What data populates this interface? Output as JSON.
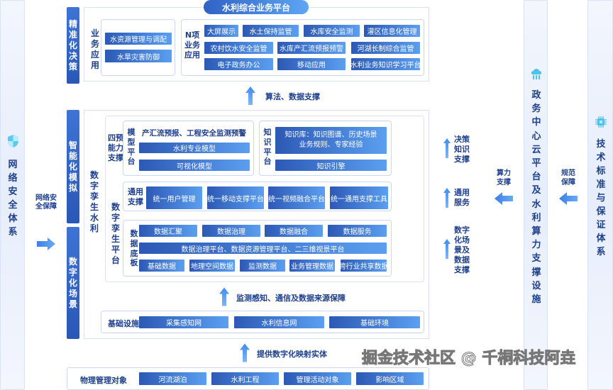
{
  "left_column": {
    "title": "网络安全体系",
    "icon": "shield-icon",
    "arrow_label": "网络安全保障"
  },
  "side_labels": [
    "精准化决策",
    "智能化模拟",
    "数字化场景"
  ],
  "top": {
    "title": "水利综合业务平台",
    "biz_label": "业务应用",
    "biz_items": [
      "水资源管理与调配",
      "水旱灾害防御"
    ],
    "n_label": "N项业务应用",
    "n_items": [
      "大屏展示",
      "水土保持监管",
      "水库安全监测",
      "灌区信息化管理",
      "农村饮水安全监管",
      "水库产汇流预报预警",
      "河湖长制综合监管",
      "电子政务办公",
      "移动应用",
      "水利业务知识学习平台"
    ]
  },
  "arrow1": "算法、数据支撑",
  "middle": {
    "twin_label": "数字孪生水利",
    "platform_label": "数字孪生平台",
    "four_label": "四预能力支撑",
    "model": {
      "label": "模型平台",
      "title": "产汇流预报、工程安全监测预警",
      "items": [
        "水利专业模型",
        "可视化模型"
      ]
    },
    "knowledge": {
      "label": "知识平台",
      "items": [
        "知识库：知识图谱、历史场景",
        "业务规则、专家经验",
        "知识引擎"
      ]
    },
    "general": {
      "label": "通用支撑",
      "items": [
        "统一用户管理",
        "统一移动支撑平台",
        "统一视频融合平台",
        "统一通用支撑工具"
      ]
    },
    "data": {
      "label": "数据底板",
      "row1": [
        "数据汇聚",
        "数据治理",
        "数据融合",
        "数据服务"
      ],
      "row2": "数据治理平台、数据资源管理平台、二三维视景平台",
      "row3": [
        "基础数据",
        "地理空间数据",
        "监测数据",
        "业务管理数据",
        "跨行业共享数据"
      ]
    },
    "right_arrows": [
      "决策知识支撑",
      "通用服务",
      "数字化场景及数据支撑"
    ]
  },
  "arrow2": "监测感知、通信及数据来源保障",
  "infra": {
    "label": "基础设施",
    "items": [
      "采集感知网",
      "水利信息网",
      "基础环境"
    ]
  },
  "arrow3": "提供数字化映射实体",
  "physical": {
    "label": "物理管理对象",
    "items": [
      "河流湖泊",
      "水利工程",
      "管理活动对象",
      "影响区域"
    ]
  },
  "cloud_column": {
    "title": "政务中心云平台及水利算力支撑设施",
    "icon": "cloud-server-icon",
    "arrow_label": "算力支撑"
  },
  "standard_column": {
    "title": "技术标准与保证体系",
    "icon": "chip-icon",
    "arrow_label": "规范保障"
  },
  "watermark": "掘金技术社区 @ 千桐科技阿垚",
  "colors": {
    "button_dark": "#2c59b5",
    "button_light": "#5b9ff0",
    "label": "#1e3f8a",
    "arrow": "#3b82e8"
  }
}
